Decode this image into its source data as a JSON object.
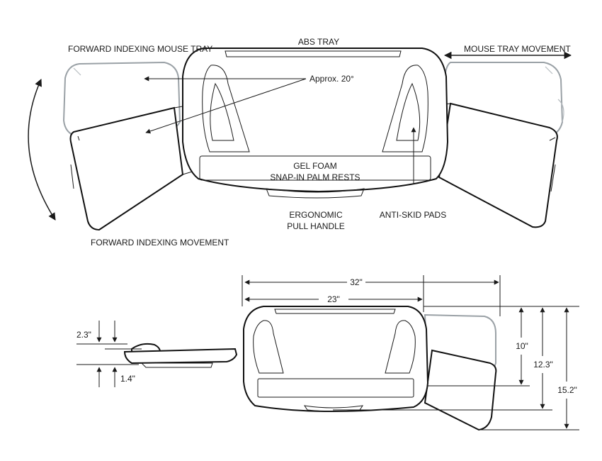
{
  "colors": {
    "ink": "#1a1a1a",
    "ghost_outline": "#9aa1a6",
    "background": "#ffffff"
  },
  "top_view": {
    "abs_tray": "ABS TRAY",
    "forward_indexing_mouse_tray": "FORWARD INDEXING MOUSE TRAY",
    "mouse_tray_movement": "MOUSE TRAY MOVEMENT",
    "angle": "Approx. 20°",
    "gel_foam_line1": "GEL FOAM",
    "gel_foam_line2": "SNAP-IN PALM RESTS",
    "handle_line1": "ERGONOMIC",
    "handle_line2": "PULL HANDLE",
    "anti_skid_pads": "ANTI-SKID PADS",
    "forward_indexing_movement": "FORWARD INDEXING MOVEMENT"
  },
  "side_view": {
    "height_top": "2.3\"",
    "height_bottom": "1.4\""
  },
  "bottom_view": {
    "width_overall": "32\"",
    "width_tray": "23\"",
    "depth_tray": "10\"",
    "depth_mid": "12.3\"",
    "depth_overall": "15.2\""
  }
}
